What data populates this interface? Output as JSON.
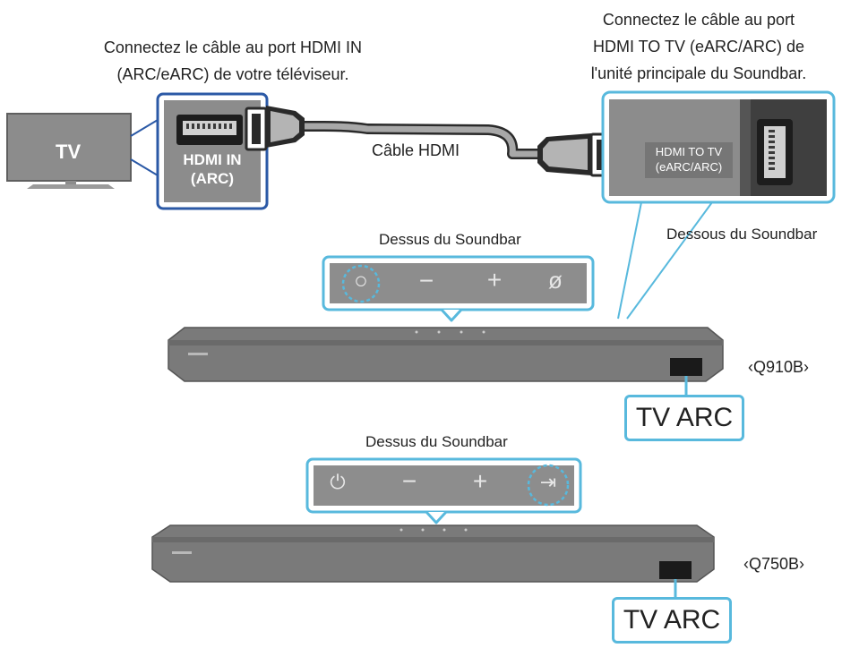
{
  "tv": {
    "label": "TV"
  },
  "hdmi_in": {
    "line1": "HDMI IN",
    "line2": "(ARC)"
  },
  "tv_instruction": {
    "line1": "Connectez le câble au port HDMI IN",
    "line2": "(ARC/eARC) de votre téléviseur."
  },
  "soundbar_instruction": {
    "line1": "Connectez le câble au port",
    "line2": "HDMI TO TV (eARC/ARC) de",
    "line3": "l'unité principale du Soundbar."
  },
  "cable": {
    "label": "Câble HDMI"
  },
  "hdmi_to_tv": {
    "line1": "HDMI TO TV",
    "line2": "(eARC/ARC)"
  },
  "labels": {
    "top_q910": "Dessus du Soundbar",
    "bottom_q910": "Dessous du Soundbar",
    "top_q750": "Dessus du Soundbar"
  },
  "models": {
    "q910": "‹Q910B›",
    "q750": "‹Q750B›"
  },
  "tv_arc": {
    "q910": "TV ARC",
    "q750": "TV ARC"
  },
  "buttons_q910": {
    "power": "○",
    "minus": "−",
    "plus": "+",
    "mute": "ø"
  },
  "buttons_q750": {
    "power": "⏻",
    "minus": "−",
    "plus": "+",
    "input": "⇥"
  },
  "colors": {
    "accent": "#58b9dd",
    "tv_outline": "#2b59a6",
    "panel": "#8d8d8d",
    "bar_body": "#7a7a7a"
  }
}
